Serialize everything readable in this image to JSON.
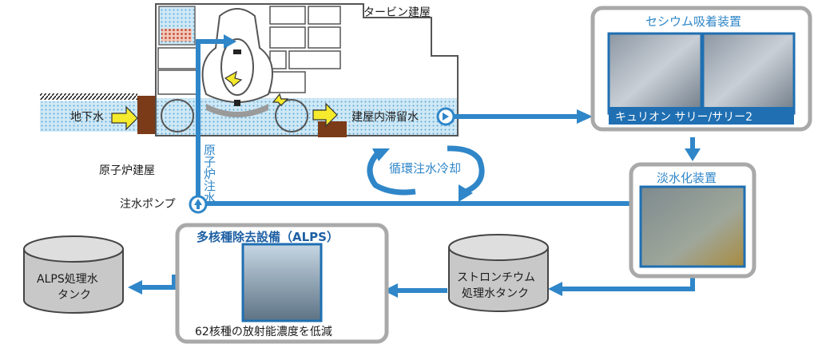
{
  "labels": {
    "turbine_building": "タービン建屋",
    "groundwater": "地下水",
    "stagnant_water": "建屋内滞留水",
    "reactor_building": "原子炉建屋",
    "reactor_injection": "原子炉注水",
    "injection_pump": "注水ポンプ",
    "circulation_cooling": "循環注水冷却",
    "cesium_title": "セシウム吸着装置",
    "cesium_caption": "キュリオン サリー/サリー2",
    "desalination_title": "淡水化装置",
    "alps_title": "多核種除去設備（ALPS）",
    "alps_caption": "62核種の放射能濃度を低減",
    "strontium_tank_line1": "ストロンチウム",
    "strontium_tank_line2": "処理水タンク",
    "alps_tank_line1": "ALPS処理水",
    "alps_tank_line2": "タンク"
  },
  "colors": {
    "flow_blue": "#2f86c8",
    "water": "#bfe0f0",
    "frame_gray": "#a9a9a9",
    "tank_gray": "#c8c8c8",
    "arrow_yellow": "#f5ea2c"
  }
}
